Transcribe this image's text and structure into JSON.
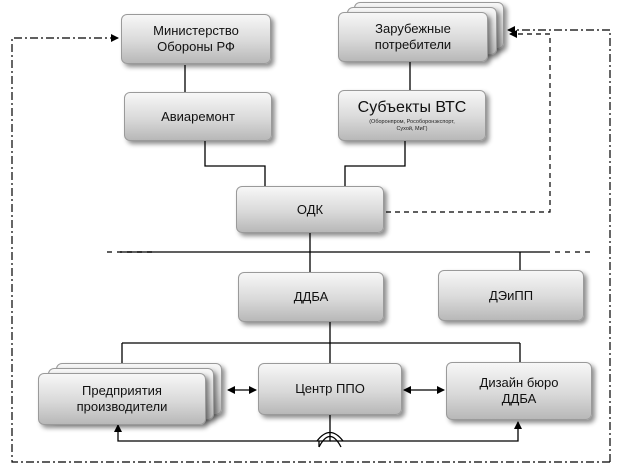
{
  "nodes": {
    "mo": {
      "label": "Министерство\nОбороны РФ"
    },
    "foreign": {
      "label": "Зарубежные\nпотребители"
    },
    "avia": {
      "label": "Авиаремонт"
    },
    "vts": {
      "label": "Субъекты ВТС",
      "sub": "(Оборонпром, Рособоронэкспорт,\nСухой, МиГ)"
    },
    "odk": {
      "label": "ОДК"
    },
    "ddba": {
      "label": "ДДБА"
    },
    "deipp": {
      "label": "ДЭиПП"
    },
    "pred": {
      "label": "Предприятия\nпроизводители"
    },
    "ppo": {
      "label": "Центр ППО"
    },
    "design": {
      "label": "Дизайн бюро\nДДБА"
    }
  }
}
